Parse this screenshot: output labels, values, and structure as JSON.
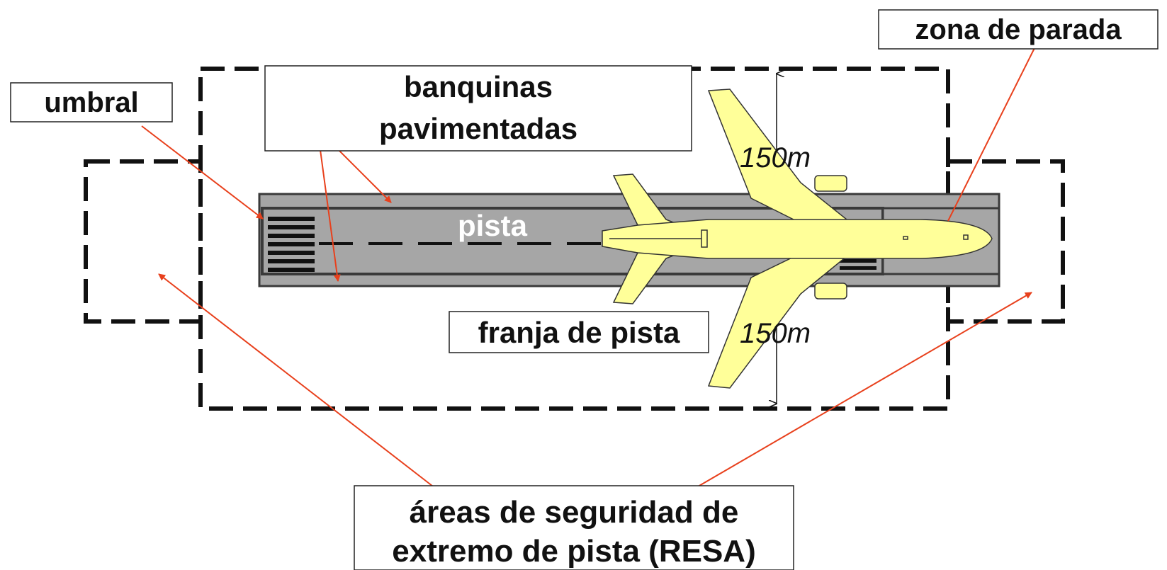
{
  "labels": {
    "zona_de_parada": "zona de parada",
    "umbral": "umbral",
    "banquinas_line1": "banquinas",
    "banquinas_line2": "pavimentadas",
    "pista": "pista",
    "franja_de_pista": "franja de pista",
    "resa_line1": "áreas de seguridad de",
    "resa_line2": "extremo de pista (RESA)",
    "dimension_top": "150m",
    "dimension_bottom": "150m"
  },
  "colors": {
    "arrow": "#e8401c",
    "runway_surface": "#a6a6a6",
    "runway_edge": "#3a3a3a",
    "airplane_fill": "#ffff99",
    "dashed_border": "#111111"
  }
}
